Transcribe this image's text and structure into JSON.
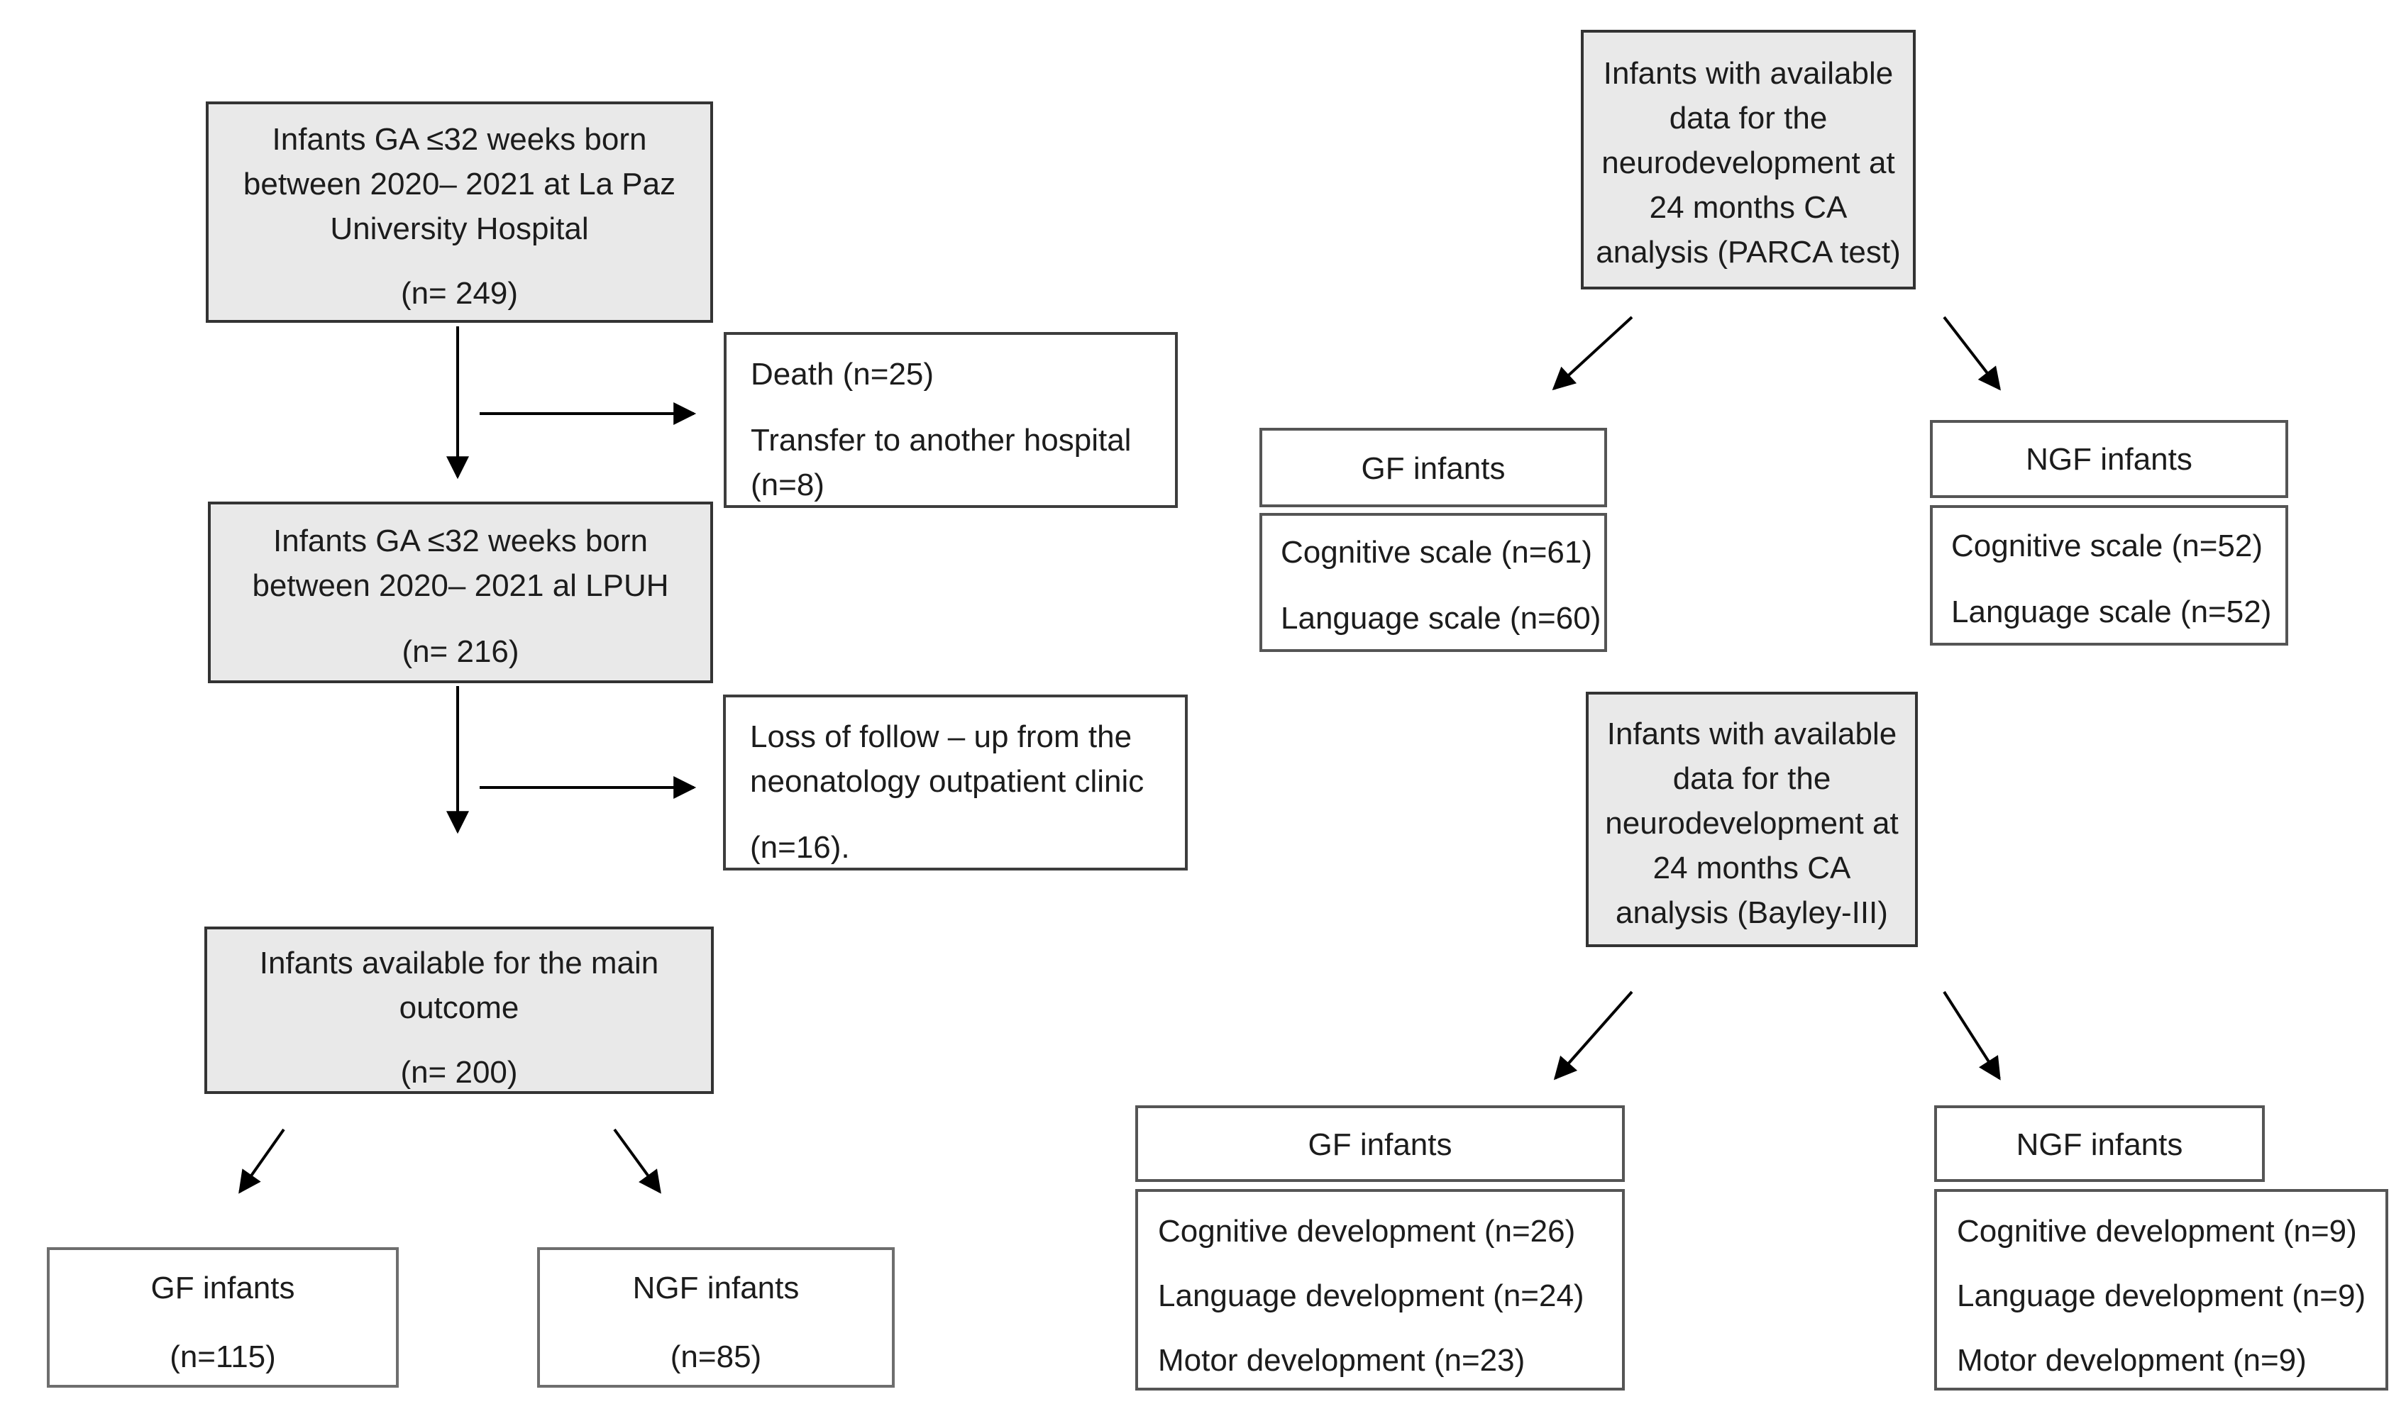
{
  "colors": {
    "shaded_fill": "#e9e9e9",
    "white_fill": "#ffffff",
    "border_dark": "#333333",
    "arrow": "#000000",
    "text": "#1c1c1c"
  },
  "left_column": {
    "cohort_box_1": {
      "line1": "Infants GA ≤32 weeks born",
      "line2": "between 2020– 2021 at La Paz",
      "line3": "University Hospital",
      "n": "(n= 249)"
    },
    "exclusion_box_1": {
      "line1": "Death (n=25)",
      "line2": "Transfer to another hospital",
      "line3": "(n=8)"
    },
    "cohort_box_2": {
      "line1": "Infants GA ≤32 weeks born",
      "line2": "between 2020– 2021 al LPUH",
      "n": "(n= 216)"
    },
    "exclusion_box_2": {
      "line1": "Loss of follow – up from the",
      "line2": "neonatology outpatient clinic",
      "n": "(n=16)."
    },
    "outcome_box": {
      "line1": "Infants available for the main",
      "line2": "outcome",
      "n": "(n= 200)"
    },
    "gf_box": {
      "title": "GF infants",
      "n": "(n=115)"
    },
    "ngf_box": {
      "title": "NGF infants",
      "n": "(n=85)"
    }
  },
  "right_column": {
    "parca_box": {
      "line1": "Infants with available",
      "line2": "data for the",
      "line3": "neurodevelopment at",
      "line4": "24 months CA",
      "line5": "analysis (PARCA test)"
    },
    "parca_gf": {
      "header": "GF infants",
      "row1": "Cognitive scale (n=61)",
      "row2": "Language scale (n=60)"
    },
    "parca_ngf": {
      "header": "NGF infants",
      "row1": "Cognitive scale (n=52)",
      "row2": "Language scale (n=52)"
    },
    "bayley_box": {
      "line1": "Infants with available",
      "line2": "data for the",
      "line3": "neurodevelopment at",
      "line4": "24 months CA",
      "line5": "analysis (Bayley-III)"
    },
    "bayley_gf": {
      "header": "GF infants",
      "row1": "Cognitive development (n=26)",
      "row2": "Language development (n=24)",
      "row3": "Motor development (n=23)"
    },
    "bayley_ngf": {
      "header": "NGF infants",
      "row1": "Cognitive development (n=9)",
      "row2": "Language development (n=9)",
      "row3": "Motor development (n=9)"
    }
  }
}
